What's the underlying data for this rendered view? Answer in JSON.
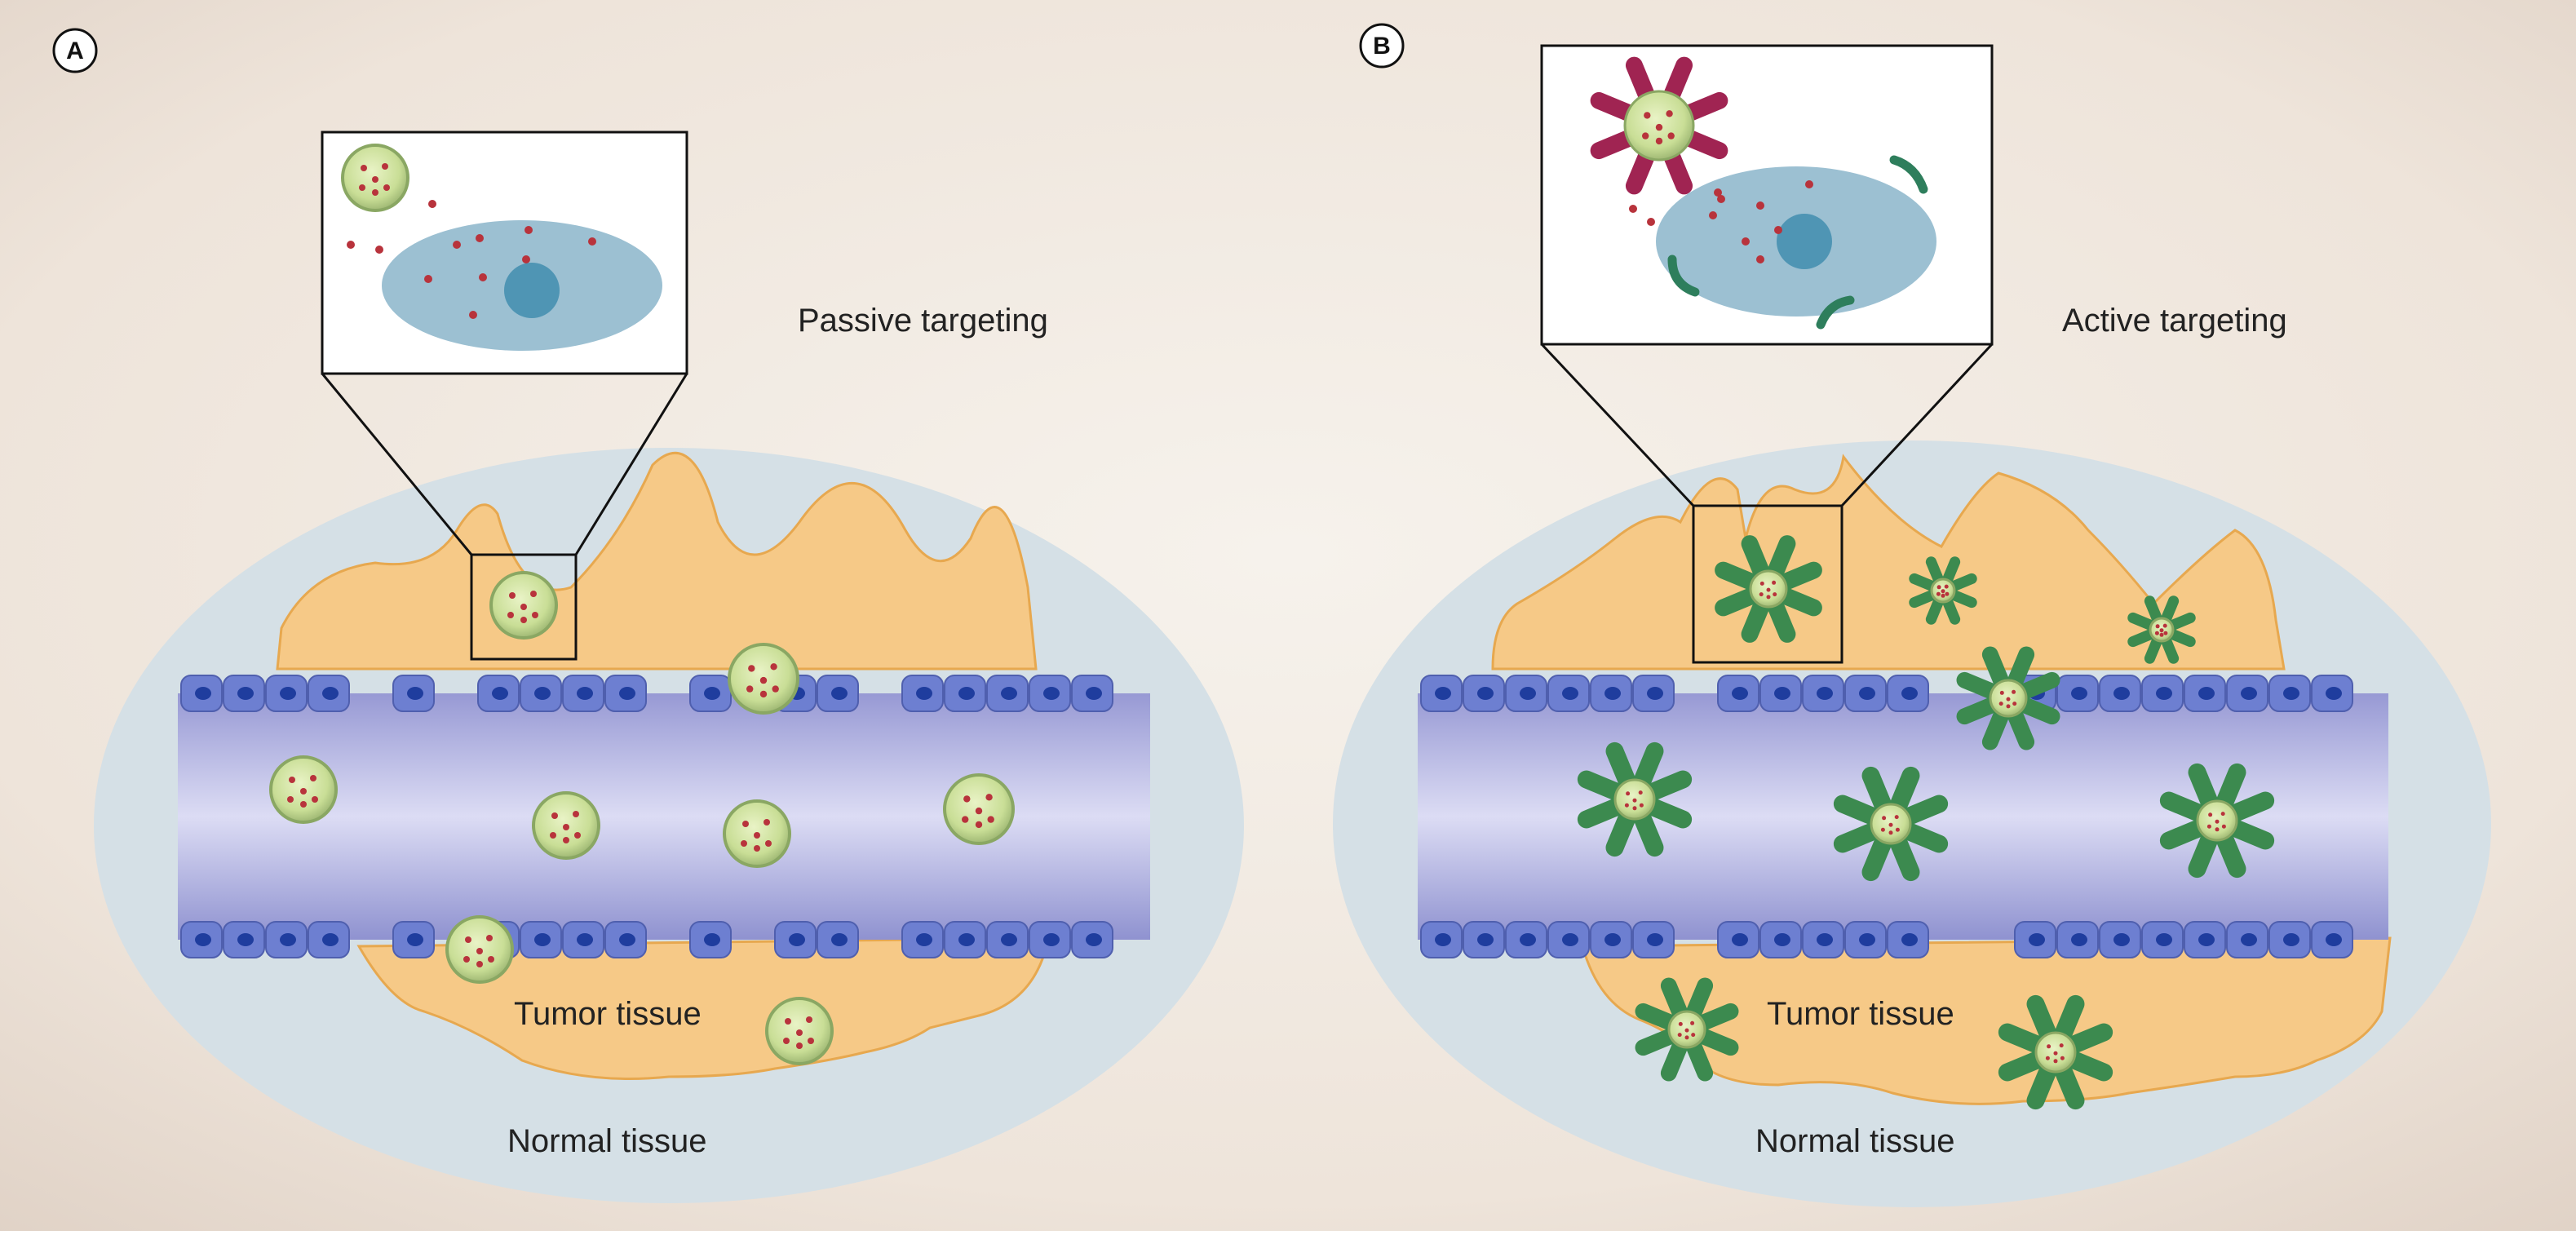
{
  "figure": {
    "panel_a": {
      "letter": "A",
      "caption": "Passive targeting",
      "tumor_label": "Tumor tissue",
      "normal_label": "Normal tissue"
    },
    "panel_b": {
      "letter": "B",
      "caption": "Active targeting",
      "tumor_label": "Tumor tissue",
      "normal_label": "Normal tissue"
    }
  },
  "colors": {
    "background_center": "#f4efe8",
    "background_edge": "#e3d6cb",
    "normal_tissue": "#d5e0e6",
    "tumor_tissue": "#f6c987",
    "tumor_outline": "#e7a84f",
    "vessel_light": "#d4d4f0",
    "vessel_dark": "#8f92d0",
    "endothelial_cell": "#6d7fd1",
    "endothelial_nucleus": "#1f3d9e",
    "nanoparticle": "#cfe3a0",
    "nanoparticle_ring": "#8aa763",
    "drug": "#b8333c",
    "target_cell": "#9cc0d2",
    "target_nucleus": "#4f95b4",
    "ligand": "#3c8a4f",
    "free_ligand": "#a02452",
    "receptor": "#2e7e5c"
  }
}
